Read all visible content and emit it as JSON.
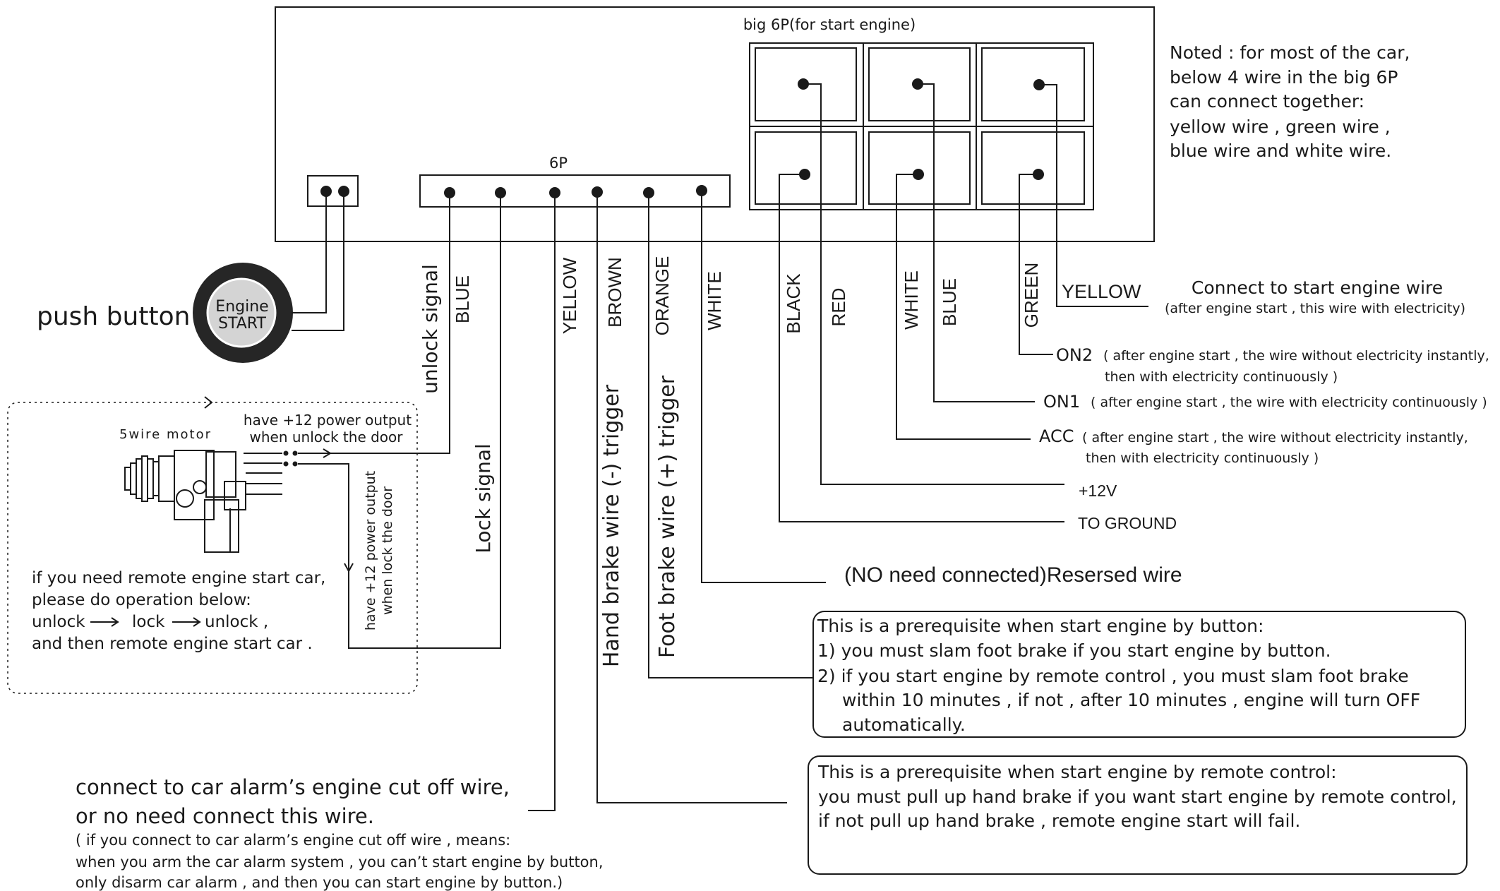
{
  "big6p": {
    "title": "big 6P(for start engine)"
  },
  "conn6p": {
    "title": "6P"
  },
  "push_button": {
    "label": "push button",
    "line1": "Engine",
    "line2": "START"
  },
  "motor": {
    "title": "5wire motor"
  },
  "note_top": {
    "lines": [
      "Noted : for most of the car,",
      "below 4 wire in the big 6P",
      "can connect together:",
      "yellow wire , green wire ,",
      "blue wire and white wire."
    ]
  },
  "wire_labels": {
    "unlock_signal": "unlock signal",
    "blue_6p": "BLUE",
    "lock_signal": "Lock signal",
    "yellow_6p": "YELLOW",
    "brown_6p": "BROWN",
    "orange_6p": "ORANGE",
    "white_6p": "WHITE",
    "hand_brake": "Hand  brake  wire (-) trigger",
    "foot_brake": "Foot  brake  wire (+) trigger",
    "black_big": "BLACK",
    "red_big": "RED",
    "white_big": "WHITE",
    "blue_big": "BLUE",
    "green_big": "GREEN",
    "yellow_big": "YELLOW"
  },
  "power_labels": {
    "unlock_output_l1": "have +12 power output",
    "unlock_output_l2": "when unlock the door",
    "lock_output_l1": "have +12 power output",
    "lock_output_l2": "when lock the door"
  },
  "remote_note": {
    "lines": [
      "if you need remote engine start car,",
      "please do operation below:",
      "and then remote engine start car ."
    ],
    "seq_unlock1": "unlock",
    "seq_lock": "lock",
    "seq_unlock2": "unlock ,"
  },
  "right_labels": {
    "start_wire": "Connect to start engine wire",
    "start_wire_sub": "(after engine start , this wire with electricity)",
    "on2": "ON2",
    "on2_desc1": "( after engine start , the wire without electricity instantly,",
    "on2_desc2": "then with  electricity  continuously )",
    "on1": "ON1",
    "on1_desc": "( after engine start , the wire with  electricity  continuously )",
    "acc": "ACC",
    "acc_desc1": "( after engine start , the wire without electricity instantly,",
    "acc_desc2": "then with  electricity  continuously )",
    "plus12v": "+12V",
    "ground": "TO GROUND",
    "reserved": "(NO need connected)Resersed wire"
  },
  "prereq_button": {
    "lines": [
      "This is a prerequisite when start engine by button:",
      "1) you must slam foot brake if you start engine by button.",
      "2) if you start engine by remote control , you must slam foot brake",
      "within 10 minutes , if not , after 10 minutes , engine will turn OFF",
      "automatically."
    ]
  },
  "prereq_remote": {
    "lines": [
      "This is a prerequisite when start engine by remote control:",
      "you must pull up hand brake if you want start engine by remote control,",
      "if not pull up hand brake , remote engine start will fail."
    ]
  },
  "cutoff_note": {
    "line1": "connect to car alarm’s engine cut off wire,",
    "line2": "or no need connect this wire.",
    "line3": "( if you connect to car alarm’s engine cut off wire , means:",
    "line4": "when you arm the car alarm system , you can’t start engine by button,",
    "line5": "only disarm car alarm , and then you can start engine by button.)"
  }
}
